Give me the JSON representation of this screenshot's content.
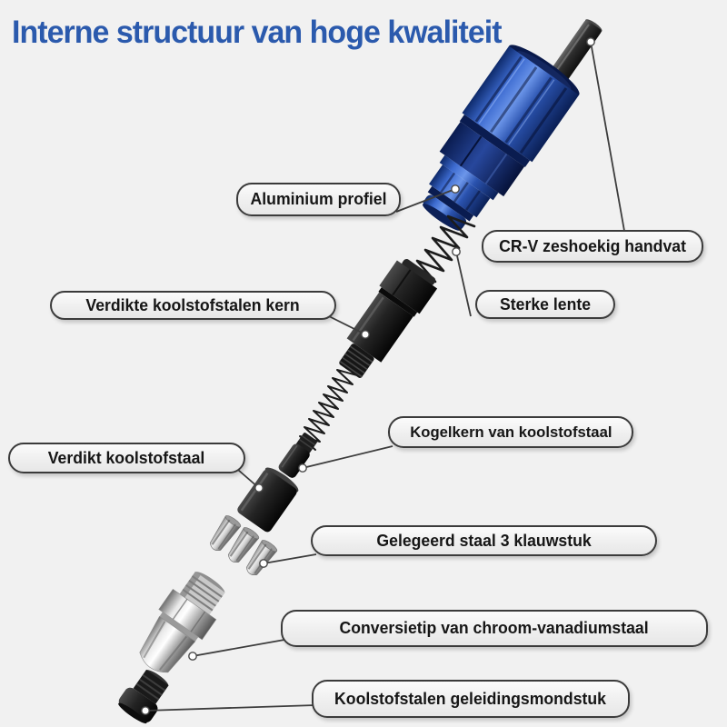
{
  "title": "Interne structuur van hoge kwaliteit",
  "callouts": {
    "aluminium": "Aluminium profiel",
    "crv": "CR-V zeshoekig handvat",
    "kern": "Verdikte koolstofstalen kern",
    "lente": "Sterke lente",
    "verdikt": "Verdikt koolstofstaal",
    "kogelkern": "Kogelkern van koolstofstaal",
    "klauwstuk": "Gelegeerd staal 3 klauwstuk",
    "conversietip": "Conversietip van chroom-vanadiumstaal",
    "mondstuk": "Koolstofstalen geleidingsmondstuk"
  },
  "colors": {
    "bg": "#f1f1f1",
    "title": "#2b5aad",
    "callout_border": "#3b3b3b",
    "callout_bg": "#f2f2f2",
    "body_blue": "#2a52ae",
    "metal_dark": "#1a1a1a",
    "chrome": "#d9d9d9"
  }
}
